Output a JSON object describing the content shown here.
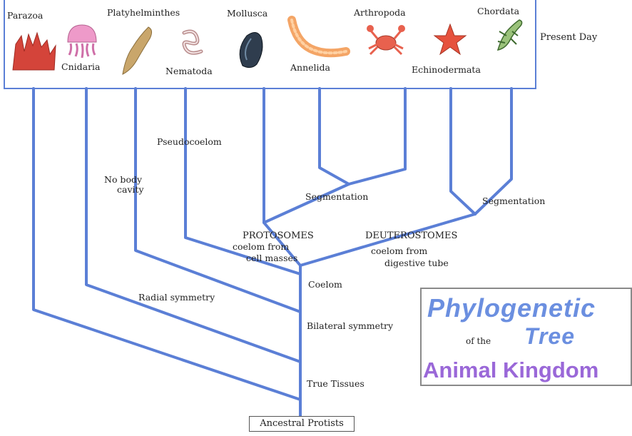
{
  "phyla": {
    "parazoa": "Parazoa",
    "cnidaria": "Cnidaria",
    "platyhelminthes": "Platyhelminthes",
    "nematoda": "Nematoda",
    "mollusca": "Mollusca",
    "annelida": "Annelida",
    "arthropoda": "Arthropoda",
    "echinodermata": "Echinodermata",
    "chordata": "Chordata"
  },
  "present_day": "Present Day",
  "traits": {
    "pseudocoelom": "Pseudocoelom",
    "no_body": "No body",
    "cavity": "cavity",
    "segmentation_left": "Segmentation",
    "segmentation_right": "Segmentation",
    "protostomes": "PROTOSOMES",
    "coelom_from": "coelom from",
    "cell_masses": "cell masses",
    "deuterostomes": "DEUTEROSTOMES",
    "coelom_from_2": "coelom from",
    "digestive_tube": "digestive tube",
    "coelom": "Coelom",
    "radial_symmetry": "Radial symmetry",
    "bilateral_symmetry": "Bilateral symmetry",
    "true_tissues": "True Tissues"
  },
  "root": "Ancestral Protists",
  "title": {
    "line1": "Phylogenetic",
    "of_the": "of the",
    "tree": "Tree",
    "line3": "Animal Kingdom"
  },
  "colors": {
    "branch": "#5b7fd6",
    "frame": "#5b7fd6",
    "title_blue": "#6b8fe0",
    "title_purple": "#9a68d8"
  },
  "icons": [
    "sponge-icon",
    "jellyfish-icon",
    "flatworm-icon",
    "roundworm-icon",
    "mussel-icon",
    "earthworm-icon",
    "crab-icon",
    "starfish-icon",
    "lizard-icon"
  ]
}
